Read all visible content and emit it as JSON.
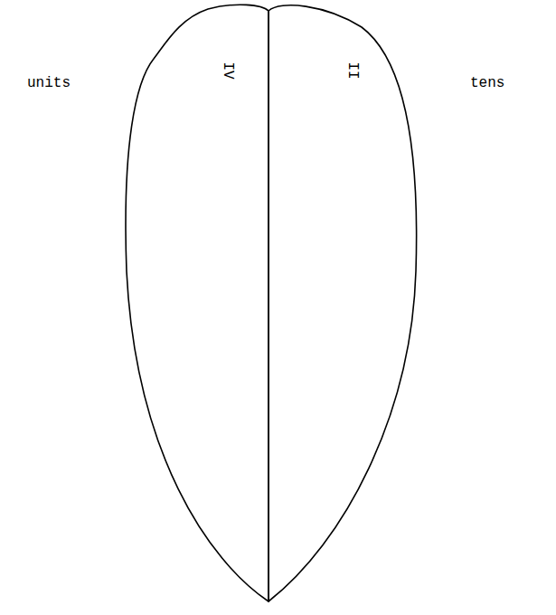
{
  "diagram": {
    "nodes": [
      {
        "text": [
          "IV"
        ]
      },
      {
        "text": [
          "II"
        ]
      }
    ],
    "labels": [
      "units",
      "tens"
    ]
  }
}
